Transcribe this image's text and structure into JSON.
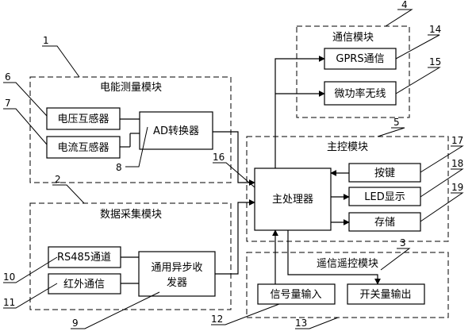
{
  "modules": {
    "energy": "电能测量模块",
    "comm": "通信模块",
    "master": "主控模块",
    "acq": "数据采集模块",
    "remote": "遥信遥控模块"
  },
  "blocks": {
    "voltage": "电压互感器",
    "current": "电流互感器",
    "adc": "AD转换器",
    "gprs": "GPRS通信",
    "micro": "微功率无线",
    "cpu": "主处理器",
    "key": "按键",
    "led": "LED显示",
    "storage": "存储",
    "rs485": "RS485通道",
    "ir": "红外通信",
    "uart_line1": "通用异步收",
    "uart_line2": "发器",
    "sig_in": "信号量输入",
    "sw_out": "开关量输出"
  },
  "refs": {
    "n1": "1",
    "n2": "2",
    "n3": "3",
    "n4": "4",
    "n5": "5",
    "n6": "6",
    "n7": "7",
    "n8": "8",
    "n9": "9",
    "n10": "10",
    "n11": "11",
    "n12": "12",
    "n13": "13",
    "n14": "14",
    "n15": "15",
    "n16": "16",
    "n17": "17",
    "n18": "18",
    "n19": "19"
  }
}
